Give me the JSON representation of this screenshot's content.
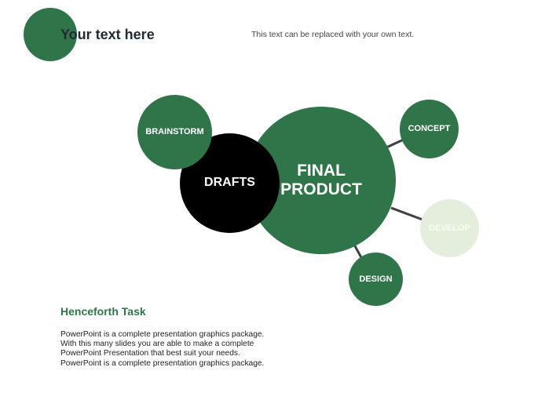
{
  "header": {
    "title": "Your text here",
    "subtitle": "This text can be replaced with your own text."
  },
  "diagram": {
    "center": "FINAL PRODUCT",
    "drafts": "DRAFTS",
    "brainstorm": "BRAINSTORM",
    "concept": "CONCEPT",
    "develop": "DEVELOP",
    "design": "DESIGN"
  },
  "task": {
    "title": "Henceforth Task",
    "lines": [
      "PowerPoint is a complete presentation graphics package.",
      "With this many slides you are able to make a complete",
      "PowerPoint Presentation that best suit your needs.",
      "PowerPoint is a complete presentation graphics package."
    ]
  },
  "colors": {
    "primary": "#2f7549",
    "dark": "#000000",
    "light": "#e3efdc",
    "connector": "#404040"
  }
}
